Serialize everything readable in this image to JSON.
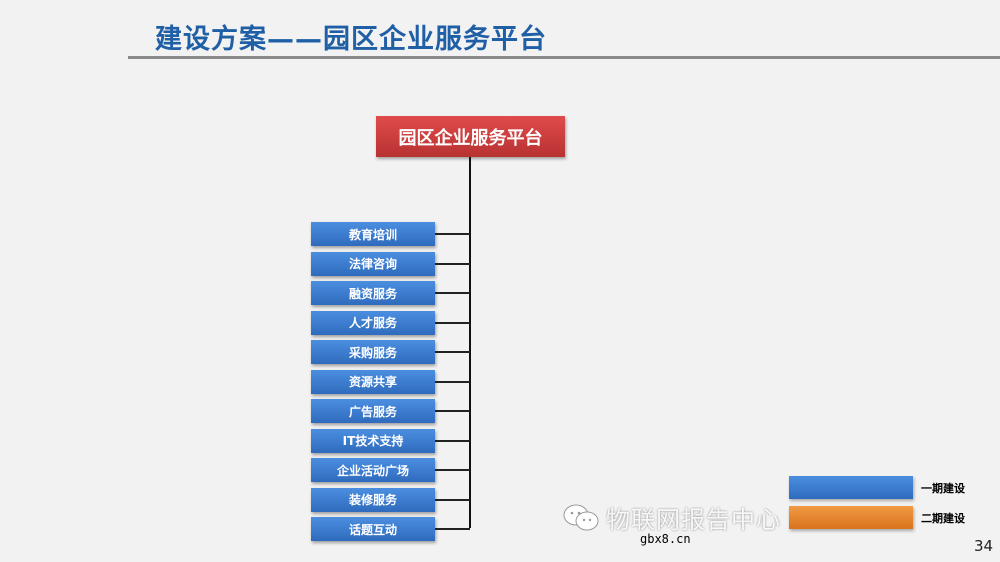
{
  "header": {
    "title": "建设方案——园区企业服务平台"
  },
  "diagram": {
    "root": "园区企业服务平台",
    "children": [
      "教育培训",
      "法律咨询",
      "融资服务",
      "人才服务",
      "采购服务",
      "资源共享",
      "广告服务",
      "IT技术支持",
      "企业活动广场",
      "装修服务",
      "话题互动"
    ]
  },
  "legend": [
    {
      "label": "一期建设",
      "color": "#3a78c9"
    },
    {
      "label": "二期建设",
      "color": "#e8832a"
    }
  ],
  "watermark": {
    "text": "物联网报告中心",
    "url": "gbx8.cn"
  },
  "page_number": "34"
}
